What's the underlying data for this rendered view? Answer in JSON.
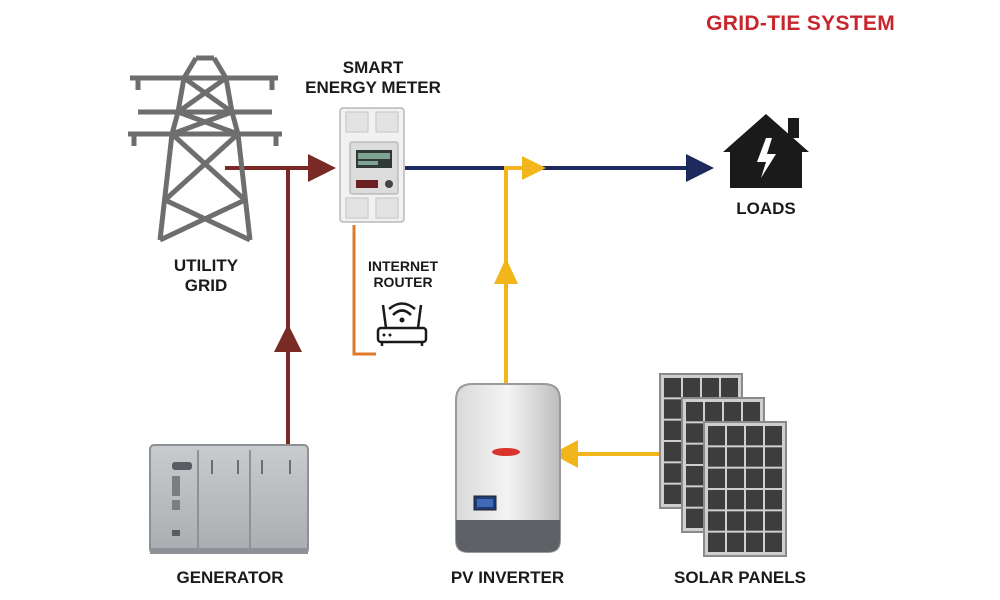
{
  "title": "GRID-TIE SYSTEM",
  "labels": {
    "utility_grid": [
      "UTILITY",
      "GRID"
    ],
    "smart_meter": [
      "SMART",
      "ENERGY METER"
    ],
    "internet_router": [
      "INTERNET",
      "ROUTER"
    ],
    "loads": "LOADS",
    "generator": "GENERATOR",
    "pv_inverter": "PV INVERTER",
    "solar_panels": "SOLAR PANELS"
  },
  "colors": {
    "title": "#c8262d",
    "grid_line": "#7a2a25",
    "load_line": "#1c2a5e",
    "solar_line": "#f2b51c",
    "router_line": "#e07a2a",
    "equipment": "#6e6e6e",
    "panel": "#3d3d3d"
  },
  "icons": [
    "transmission-tower-icon",
    "smart-meter-icon",
    "router-icon",
    "house-lightning-icon",
    "generator-icon",
    "inverter-icon",
    "solar-panel-icon"
  ]
}
